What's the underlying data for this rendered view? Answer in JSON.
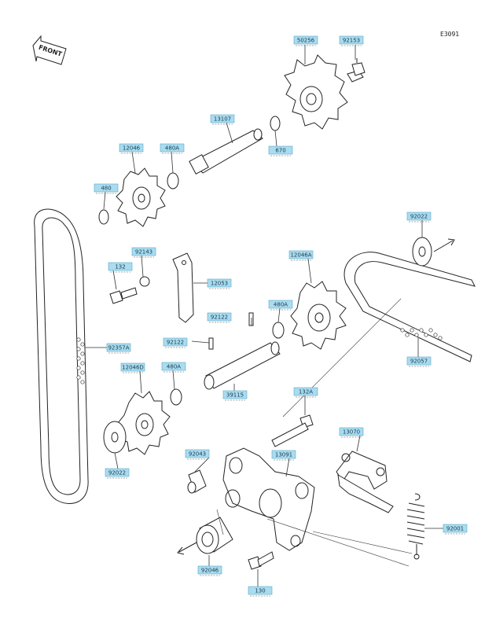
{
  "diagram": {
    "ref_code": "E3091",
    "front_label": "FRONT",
    "labels": [
      "50256",
      "92153",
      "13107",
      "670",
      "12046",
      "480A",
      "480",
      "92022",
      "132",
      "92143",
      "12053",
      "12046A",
      "480A",
      "92122",
      "92122",
      "92357A",
      "12046D",
      "480A",
      "39115",
      "92057",
      "92022",
      "132A",
      "13070",
      "92043",
      "13091",
      "92001",
      "92046",
      "130"
    ]
  }
}
